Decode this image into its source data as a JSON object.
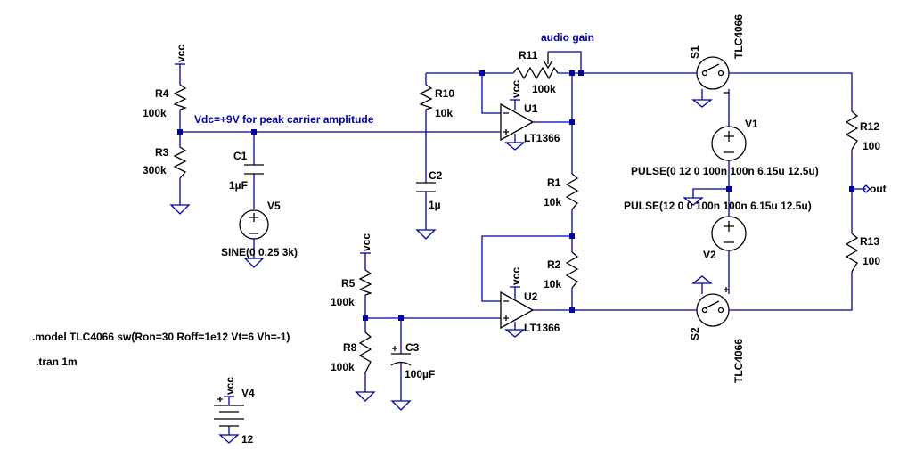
{
  "labels": {
    "audio_gain": "audio gain",
    "vdc_note": "Vdc=+9V for peak carrier amplitude",
    "out": "out",
    "model": ".model TLC4066 sw(Ron=30 Roff=1e12  Vt=6 Vh=-1)",
    "tran": ".tran 1m"
  },
  "components": {
    "r4": {
      "ref": "R4",
      "value": "100k"
    },
    "r3": {
      "ref": "R3",
      "value": "300k"
    },
    "c1": {
      "ref": "C1",
      "value": "1µF"
    },
    "v5": {
      "ref": "V5",
      "value": "SINE(0 0.25 3k)"
    },
    "r10": {
      "ref": "R10",
      "value": "10k"
    },
    "c2": {
      "ref": "C2",
      "value": "1µ"
    },
    "r11": {
      "ref": "R11",
      "value": "100k"
    },
    "u1": {
      "ref": "U1",
      "value": "LT1366"
    },
    "r1": {
      "ref": "R1",
      "value": "10k"
    },
    "r2": {
      "ref": "R2",
      "value": "10k"
    },
    "u2": {
      "ref": "U2",
      "value": "LT1366"
    },
    "r5": {
      "ref": "R5",
      "value": "100k"
    },
    "r8": {
      "ref": "R8",
      "value": "100k"
    },
    "c3": {
      "ref": "C3",
      "value": "100µF"
    },
    "s1": {
      "ref": "S1",
      "value": "TLC4066"
    },
    "s2": {
      "ref": "S2",
      "value": "TLC4066"
    },
    "v1": {
      "ref": "V1",
      "value": "PULSE(0 12 0 100n 100n 6.15u 12.5u)"
    },
    "v2": {
      "ref": "V2",
      "value": "PULSE(12 0 0 100n 100n 6.15u 12.5u)"
    },
    "r12": {
      "ref": "R12",
      "value": "100"
    },
    "r13": {
      "ref": "R13",
      "value": "100"
    },
    "v4": {
      "ref": "V4",
      "value": "12"
    }
  },
  "flags": {
    "vcc": "vcc"
  }
}
